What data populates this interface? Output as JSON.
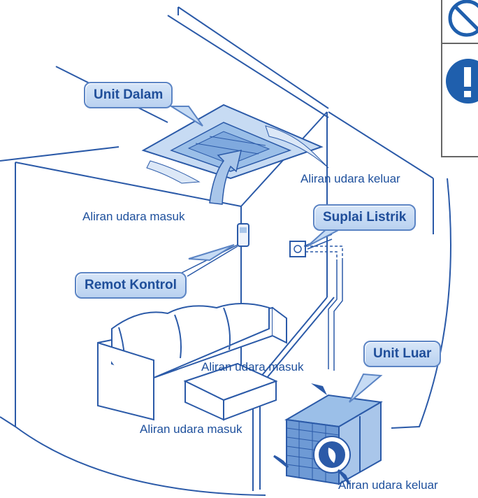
{
  "callouts": {
    "indoor_unit": "Unit Dalam",
    "power_supply": "Suplai Listrik",
    "remote_control": "Remot Kontrol",
    "outdoor_unit": "Unit Luar"
  },
  "airflow": {
    "ceiling_out": "Aliran udara keluar",
    "ceiling_in": "Aliran udara masuk",
    "outdoor_in_top": "Aliran udara masuk",
    "outdoor_in_side": "Aliran udara masuk",
    "outdoor_out": "Aliran udara keluar"
  },
  "legend_icons": [
    "prohibited-icon",
    "mandatory-icon"
  ],
  "colors": {
    "outline": "#2b5aa8",
    "callout_fill": "#c6dbf4",
    "callout_text": "#1f4e9a",
    "airflow_fill": "#a9c6ea",
    "icon_blue": "#1f5fad"
  }
}
